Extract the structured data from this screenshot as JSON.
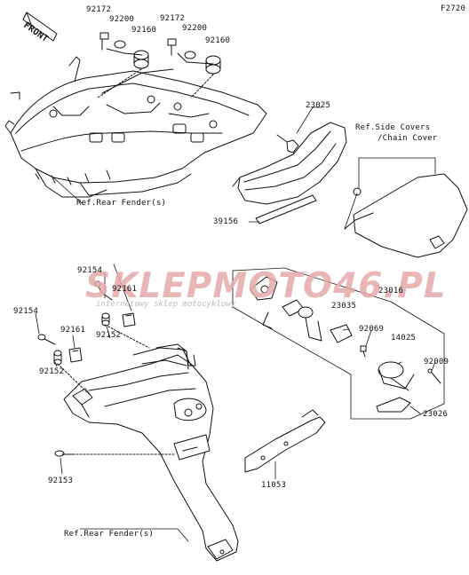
{
  "figure_code": "F2720",
  "front_marker": "FRONT",
  "watermark": {
    "brand": "SKLEPMOTO46.PL",
    "tagline": "internetowy sklep motocyklowy"
  },
  "labels": {
    "p92172_a": "92172",
    "p92200_a": "92200",
    "p92172_b": "92172",
    "p92200_b": "92200",
    "p92160_a": "92160",
    "p92160_b": "92160",
    "p23025": "23025",
    "ref_side_covers_1": "Ref.Side Covers",
    "ref_side_covers_2": "/Chain Cover",
    "ref_rear_fender_top": "Ref.Rear Fender(s)",
    "p39156": "39156",
    "p92154_a": "92154",
    "p92161_a": "92161",
    "p92154_b": "92154",
    "p92152_a": "92152",
    "p92161_b": "92161",
    "p92152_b": "92152",
    "p23016": "23016",
    "p23035": "23035",
    "p92069": "92069",
    "p14025": "14025",
    "p92009": "92009",
    "p23026": "23026",
    "p92153": "92153",
    "p11053": "11053",
    "ref_rear_fender_bottom": "Ref.Rear Fender(s)"
  }
}
